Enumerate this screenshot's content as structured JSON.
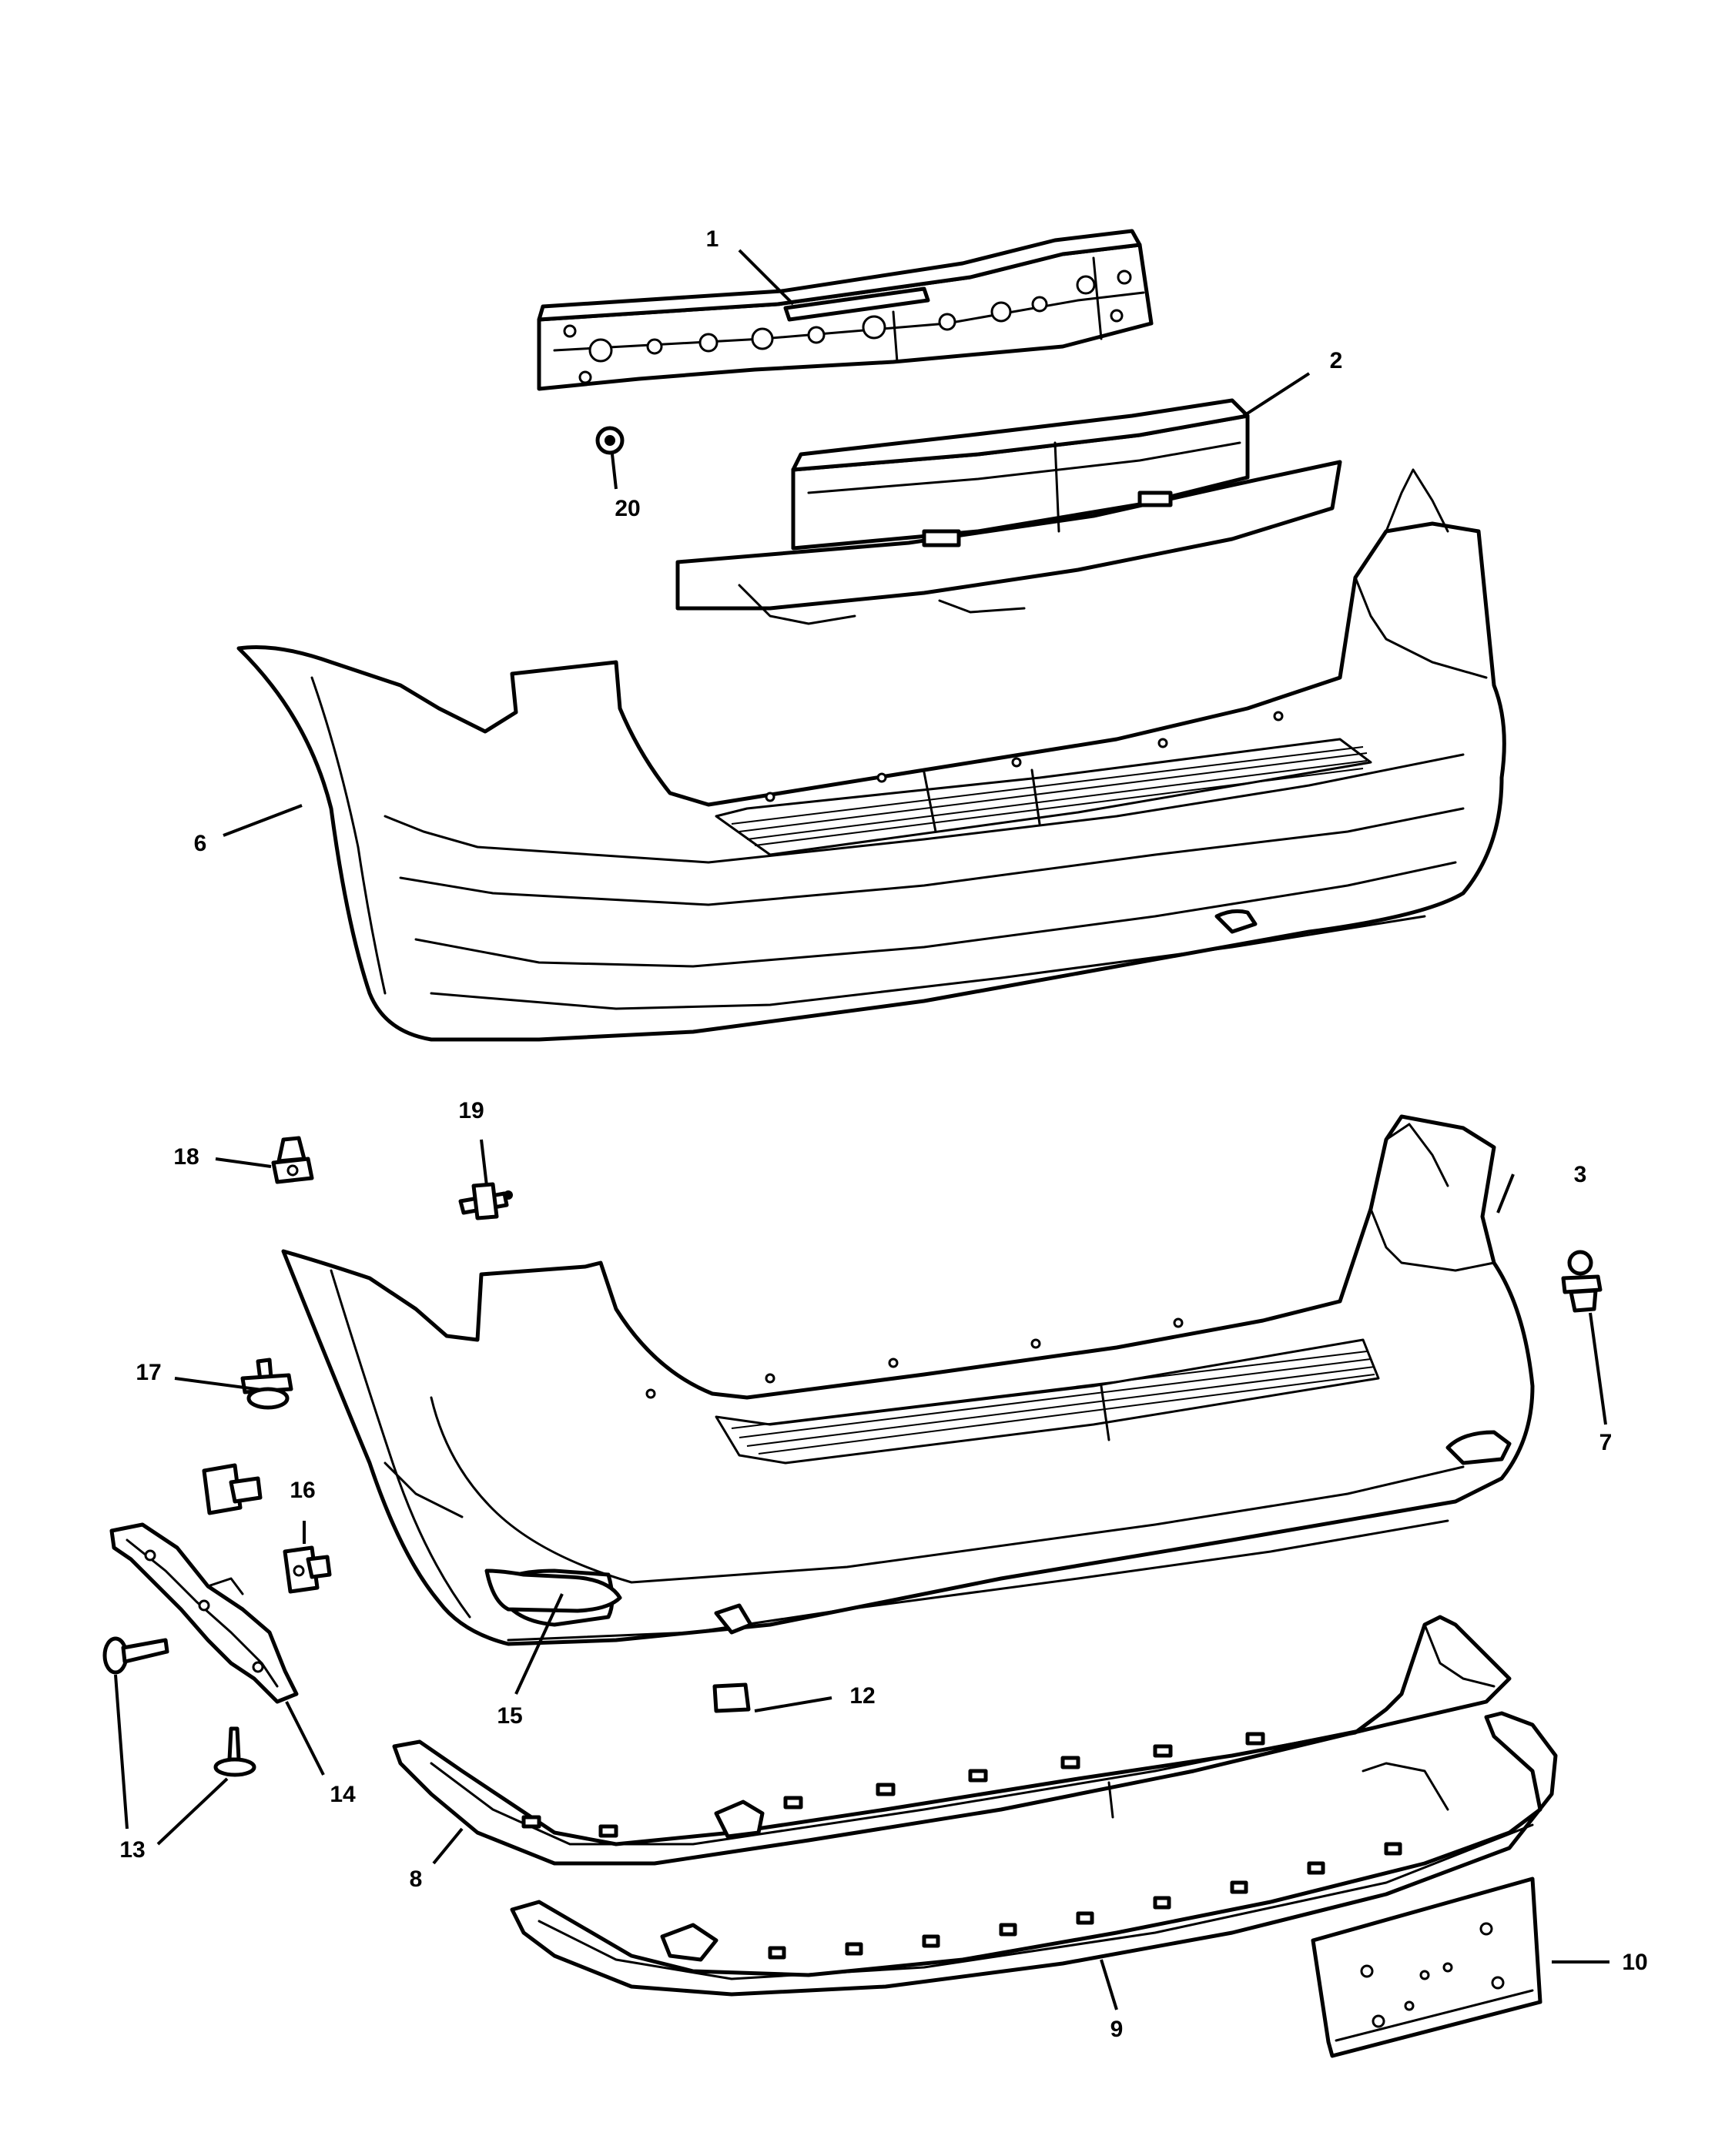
{
  "callouts": [
    "1",
    "2",
    "3",
    "6",
    "7",
    "8",
    "9",
    "10",
    "12",
    "13",
    "14",
    "15",
    "16",
    "17",
    "18",
    "19",
    "20"
  ],
  "colors": {
    "line": "#000000",
    "background": "#ffffff"
  }
}
